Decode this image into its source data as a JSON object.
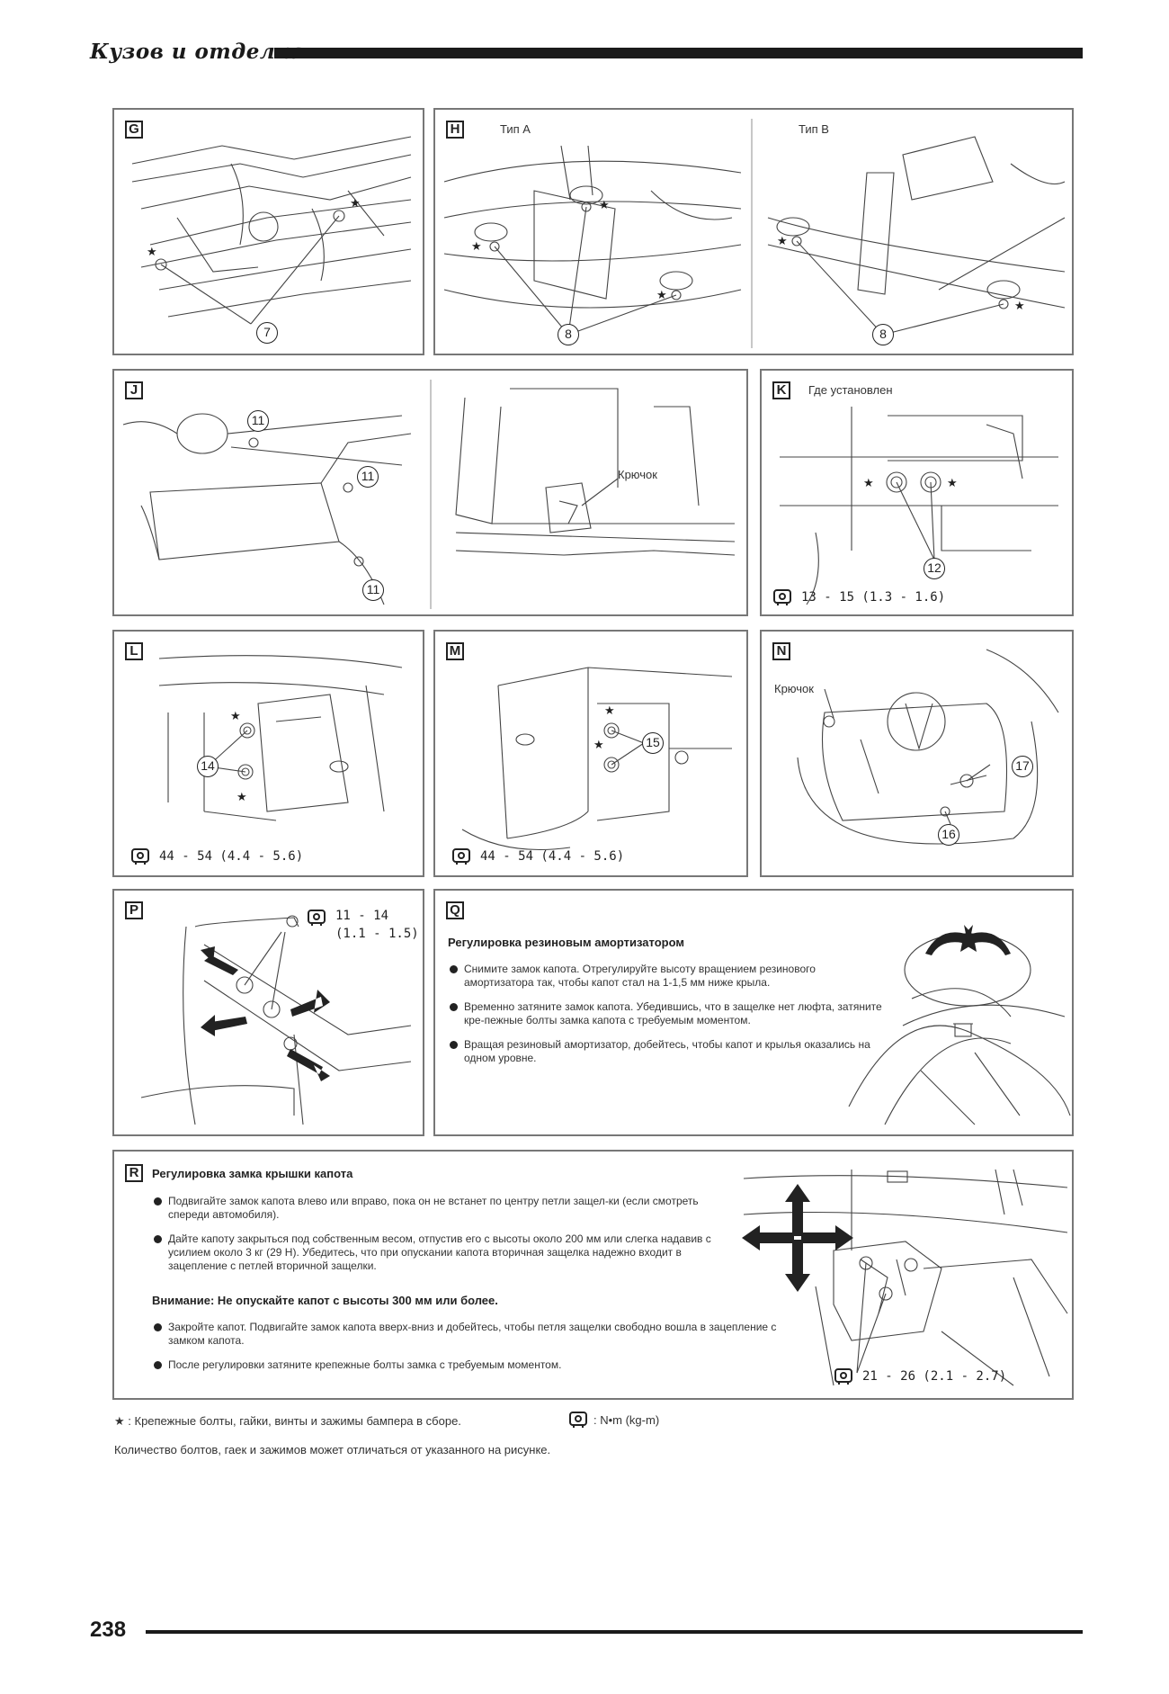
{
  "header": {
    "title": "Кузов и отделка"
  },
  "panels": {
    "G": {
      "letter": "G",
      "callouts": [
        "7"
      ]
    },
    "H": {
      "letter": "H",
      "type_a": "Тип A",
      "type_b": "Тип B",
      "callouts": [
        "8",
        "8"
      ]
    },
    "J": {
      "letter": "J",
      "callouts": [
        "11",
        "11",
        "11"
      ],
      "hook": "Крючок"
    },
    "K": {
      "letter": "K",
      "location": "Где установлен",
      "callout": "12",
      "torque": "13 - 15 (1.3 - 1.6)"
    },
    "L": {
      "letter": "L",
      "callout": "14",
      "torque": "44 - 54 (4.4 - 5.6)"
    },
    "M": {
      "letter": "M",
      "callout": "15",
      "torque": "44 - 54 (4.4 - 5.6)"
    },
    "N": {
      "letter": "N",
      "hook": "Крючок",
      "callouts": [
        "17",
        "16"
      ]
    },
    "P": {
      "letter": "P",
      "torque_line1": "11 - 14",
      "torque_line2": "(1.1 - 1.5)"
    },
    "Q": {
      "letter": "Q",
      "title": "Регулировка резиновым амортизатором",
      "bullets": [
        "Снимите замок капота. Отрегулируйте высоту вращением резинового амортизатора так, чтобы капот стал на 1-1,5 мм ниже крыла.",
        "Временно затяните замок капота. Убедившись, что в защелке нет люфта, затяните кре-пежные болты замка капота с требуемым моментом.",
        "Вращая резиновый амортизатор, добейтесь, чтобы капот и крылья оказались на одном уровне."
      ]
    },
    "R": {
      "letter": "R",
      "title": "Регулировка замка крышки капота",
      "bullets": [
        "Подвигайте замок капота влево или вправо, пока он не встанет по центру петли защел-ки (если смотреть спереди автомобиля).",
        "Дайте капоту закрыться под собственным весом, отпустив его с высоты около 200 мм или слегка надавив с усилием около 3 кг (29 Н). Убедитесь, что при опускании капота вторичная защелка надежно входит в зацепление с петлей вторичной защелки."
      ],
      "warning": "Внимание: Не опускайте капот с высоты 300 мм или более.",
      "bullets2": [
        "Закройте капот. Подвигайте замок капота вверх-вниз и добейтесь, чтобы петля защелки свободно вошла в зацепление с замком капота.",
        "После регулировки затяните крепежные болты замка с требуемым моментом."
      ],
      "torque": "21 - 26 (2.1 - 2.7)"
    }
  },
  "footnotes": {
    "star": "★ : Крепежные болты, гайки, винты и зажимы бампера в сборе.",
    "unit": ": N•m (kg-m)",
    "note": "Количество болтов, гаек и зажимов может отличаться от указанного на рисунке."
  },
  "footer": {
    "page_number": "238"
  }
}
